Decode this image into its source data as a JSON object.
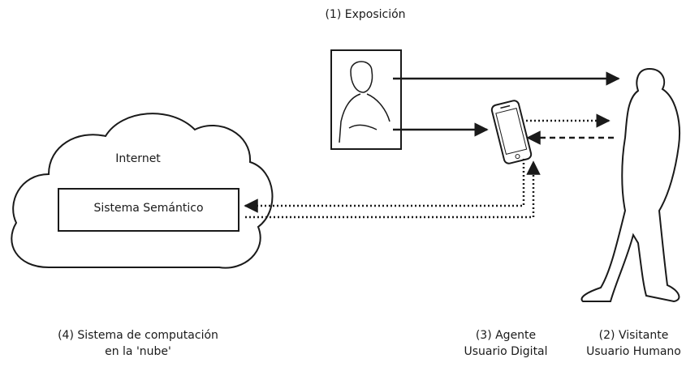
{
  "labels": {
    "exposition": "(1) Exposición",
    "internet": "Internet",
    "semantic_system": "Sistema Semántico",
    "cloud_line1": "(4) Sistema de computación",
    "cloud_line2": "en la 'nube'",
    "agent_line1": "(3) Agente",
    "agent_line2": "Usuario Digital",
    "visitor_line1": "(2) Visitante",
    "visitor_line2": "Usuario Humano"
  },
  "icons": {
    "painting": "mona-lisa-portrait-icon",
    "phone": "smartphone-icon",
    "person": "human-silhouette-icon",
    "cloud": "cloud-icon"
  },
  "colors": {
    "stroke": "#1a1a1a",
    "background": "#ffffff"
  }
}
